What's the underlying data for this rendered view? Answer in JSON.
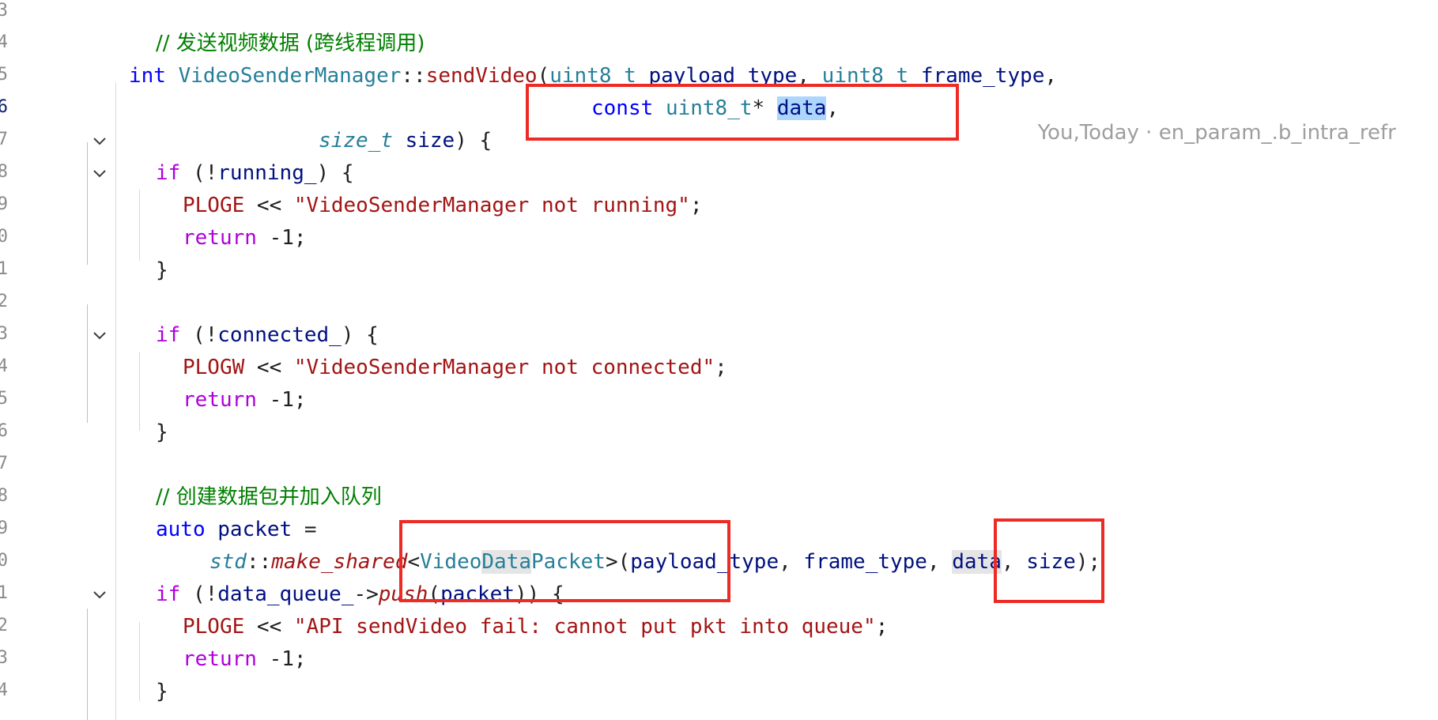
{
  "line_numbers": [
    "3",
    "4",
    "5",
    "6",
    "7",
    "8",
    "9",
    "0",
    "1",
    "2",
    "3",
    "4",
    "5",
    "6",
    "7",
    "8",
    "9",
    "0",
    "1",
    "2",
    "3",
    "4"
  ],
  "code": {
    "l4_comment": "// 发送视频数据 (跨线程调用)",
    "l5_int": "int",
    "l5_class": "VideoSenderManager",
    "l5_scope": "::",
    "l5_fn": "sendVideo",
    "l5_paren": "(",
    "l5_type1": "uint8_t",
    "l5_param1": "payload_type",
    "l5_comma1": ", ",
    "l5_type2": "uint8_t",
    "l5_param2": "frame_type",
    "l5_comma2": ",",
    "l6_const": "const",
    "l6_type": "uint8_t",
    "l6_ptr": "*",
    "l6_data": "data",
    "l6_comma": ",",
    "l7_type": "size_t",
    "l7_param": "size",
    "l7_close": ") {",
    "l8_if": "if",
    "l8_open": " (!",
    "l8_var": "running_",
    "l8_close": ") {",
    "l9_macro": "PLOGE",
    "l9_op": " << ",
    "l9_str": "\"VideoSenderManager not running\"",
    "l9_semi": ";",
    "return_kw": "return",
    "return_val": " -1;",
    "brace_close": "}",
    "l13_if": "if",
    "l13_open": " (!",
    "l13_var": "connected_",
    "l13_close": ") {",
    "l14_macro": "PLOGW",
    "l14_op": " << ",
    "l14_str": "\"VideoSenderManager not connected\"",
    "l14_semi": ";",
    "l18_comment": "// 创建数据包并加入队列",
    "l19_auto": "auto",
    "l19_var": "packet",
    "l19_eq": " =",
    "l20_ns": "std",
    "l20_scope": "::",
    "l20_fn": "make_shared",
    "l20_lt": "<",
    "l20_type_a": "Video",
    "l20_type_b": "Data",
    "l20_type_c": "Packet",
    "l20_gt": ">(",
    "l20_a1": "payload_type",
    "l20_c1": ", ",
    "l20_a2": "frame_type",
    "l20_c2": ", ",
    "l20_a3": "data",
    "l20_c3": ", ",
    "l20_a4": "size",
    "l20_end": ");",
    "l21_if": "if",
    "l21_open": " (!",
    "l21_var": "data_queue_",
    "l21_arrow": "->",
    "l21_fn": "push",
    "l21_p": "(",
    "l21_arg": "packet",
    "l21_close": ")) {",
    "l22_macro": "PLOGE",
    "l22_op": " << ",
    "l22_str": "\"API sendVideo fail: cannot put pkt into queue\"",
    "l22_semi": ";"
  },
  "blame": {
    "author": "You,",
    "when": "Today",
    "sep": " · ",
    "message": "en_param_.b_intra_refr"
  },
  "colors": {
    "annotation_box": "#ee2a24",
    "keyword_blue": "#0000ff",
    "keyword_purple": "#af00db",
    "type_teal": "#267f99",
    "string_red": "#a31515",
    "comment_green": "#008000",
    "variable_navy": "#001080"
  }
}
